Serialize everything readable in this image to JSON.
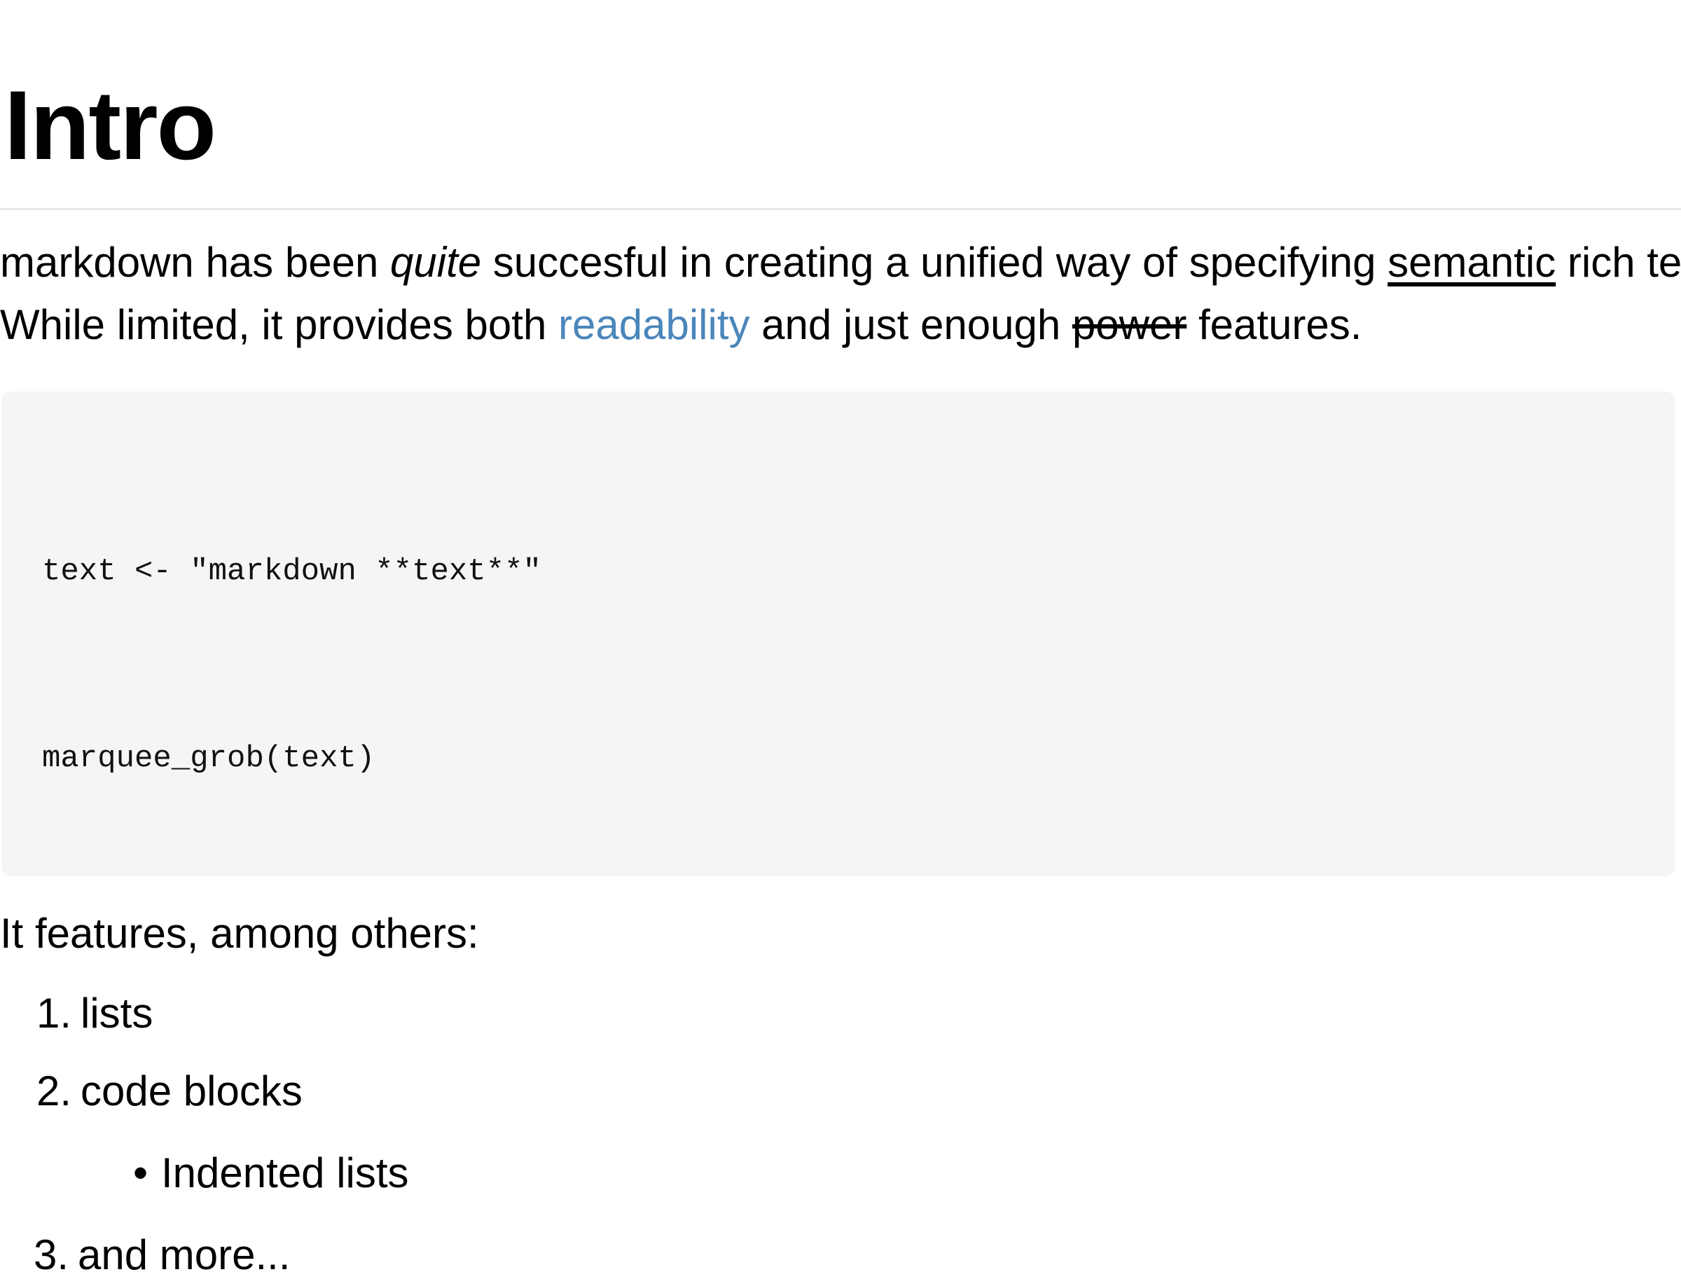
{
  "title": "Intro",
  "paragraph": {
    "line1": [
      {
        "text": "markdown has been "
      },
      {
        "text": "quite"
      },
      {
        "text": " succesful in creating a unified way of specifying "
      },
      {
        "text": "semantic"
      },
      {
        "text": " rich text."
      }
    ],
    "line2": [
      {
        "text": "While limited, it provides both "
      },
      {
        "text": "readability"
      },
      {
        "text": " and just enough "
      },
      {
        "text": "power"
      },
      {
        "text": " features."
      }
    ]
  },
  "code": {
    "lines": [
      "text <- \"markdown **text**\"",
      "marquee_grob(text)"
    ]
  },
  "features_intro": "It features, among others:",
  "list": {
    "items": [
      {
        "marker": "1.",
        "label": "lists"
      },
      {
        "marker": "2.",
        "label": "code blocks"
      },
      {
        "marker": "•",
        "label": "Indented lists"
      },
      {
        "marker": "3.",
        "label": "and more..."
      }
    ]
  },
  "colors": {
    "text": "#000000",
    "link": "#4a86ba",
    "code_background": "#f5f5f5",
    "divider": "#e8e8e8"
  }
}
